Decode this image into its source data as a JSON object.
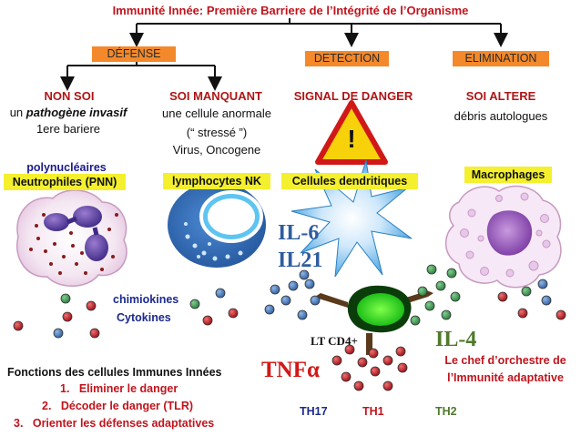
{
  "title": "Immunité Innée: Première Barriere de l’Intégrité de l’Organisme",
  "sections": {
    "defense": "DÉFENSE",
    "detection": "DETECTION",
    "elimination": "ELIMINATION"
  },
  "non_soi": {
    "head": "NON SOI",
    "line1_prefix": "un ",
    "line1_em": "pathogène invasif",
    "line2": "1ere bariere"
  },
  "soi_manquant": {
    "head": "SOI MANQUANT",
    "line1": "une cellule anormale",
    "line2": "(“  stressé ”)",
    "line3": "Virus, Oncogene"
  },
  "signal": {
    "head": "SIGNAL DE DANGER",
    "warning": "!"
  },
  "soi_altere": {
    "head": "SOI ALTERE",
    "line1": "débris autologues"
  },
  "cells": {
    "polynucleaires": "polynucléaires",
    "neutrophiles": "Neutrophiles (PNN)",
    "nk": "lymphocytes NK",
    "dendritiques": "Cellules dendritiques",
    "macrophages": "Macrophages"
  },
  "labels": {
    "chimiokines": "chimiokines",
    "cytokines": "Cytokines",
    "il6": "IL-6",
    "il21": "IL21",
    "lt_cd4": "LT CD4+",
    "il4": "IL-4",
    "tnfa": "TNFα",
    "th17": "TH17",
    "th1": "TH1",
    "th2": "TH2",
    "chef1": "Le chef d’orchestre de",
    "chef2": "l’Immunité adaptative"
  },
  "functions": {
    "title": "Fonctions des cellules Immunes Innées",
    "items": [
      "Eliminer le danger",
      "Décoder le danger (TLR)",
      "Orienter les défenses adaptatives"
    ]
  },
  "colors": {
    "title_red": "#c0141c",
    "orange_box": "#f3892b",
    "yellow_box": "#f4f02e",
    "il_blue": "#2e5d9e",
    "il4_green": "#4f7a2a",
    "tnfa_red": "#d11818",
    "dot_red": "#b5161f",
    "dot_blue": "#3f6fae",
    "dot_green": "#3c8a4f"
  }
}
